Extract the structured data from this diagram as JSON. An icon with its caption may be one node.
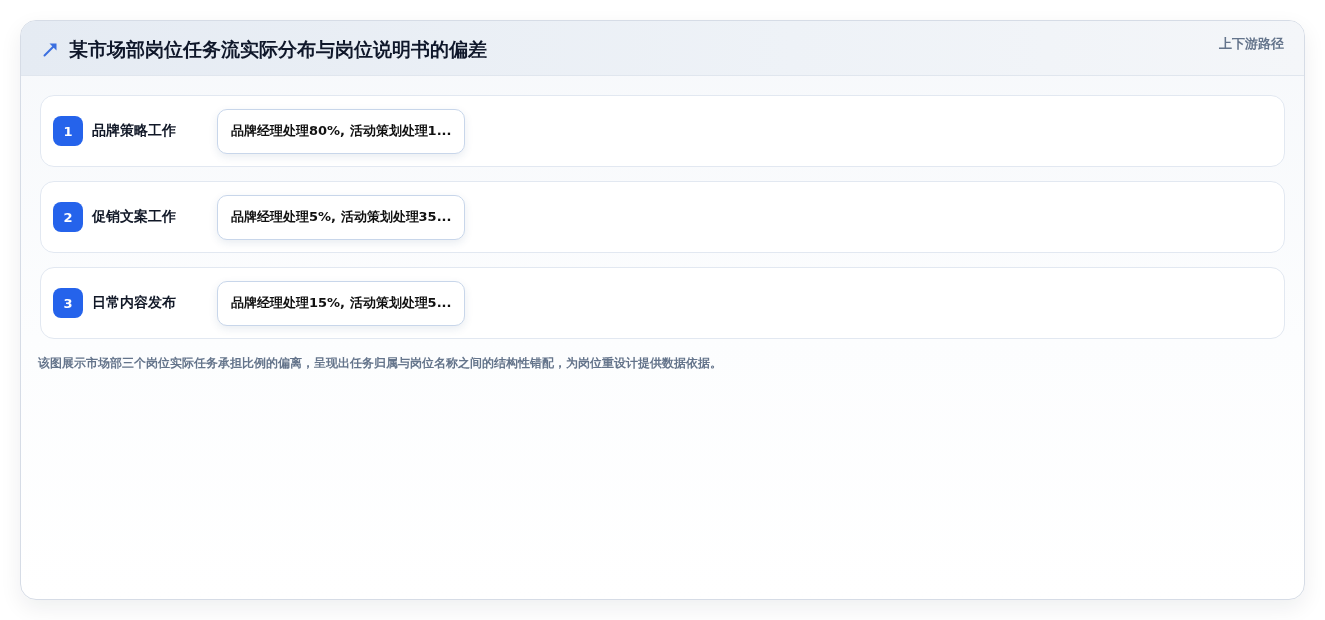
{
  "diagram": {
    "title": "某市场部岗位任务流实际分布与岗位说明书的偏差",
    "caption": "该图展示市场部三个岗位实际任务承担比例的偏离，呈现出任务归属与岗位名称之间的结构性错配，为岗位重设计提供数据依据。",
    "nodes": [
      {
        "text": [
          "品牌策略工作"
        ]
      },
      {
        "text": [
          "1"
        ],
        "in": 0
      },
      {
        "text": [
          "品牌经理处理80%, 活动策划处理1..."
        ],
        "in": 0
      },
      {
        "text": [
          "促销文案工作"
        ]
      },
      {
        "text": [
          "2"
        ],
        "in": 3
      },
      {
        "text": [
          "品牌经理处理5%, 活动策划处理35..."
        ],
        "in": 3
      },
      {
        "text": [
          "日常内容发布"
        ]
      },
      {
        "text": [
          "3"
        ],
        "in": 6
      },
      {
        "text": [
          "品牌经理处理15%, 活动策划处理5..."
        ],
        "in": 6
      }
    ],
    "labels": [
      "上下游路径"
    ]
  }
}
